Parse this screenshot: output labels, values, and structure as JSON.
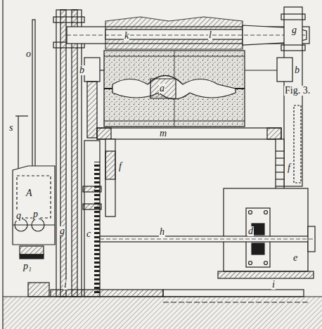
{
  "diagram": {
    "caption": "Fig. 3.",
    "labels": [
      "o",
      "k",
      "l",
      "g",
      "b",
      "a",
      "b",
      "m",
      "s",
      "f",
      "f",
      "A",
      "g",
      "q",
      "p",
      "p₁",
      "c",
      "h",
      "d",
      "e",
      "i",
      "i"
    ]
  }
}
